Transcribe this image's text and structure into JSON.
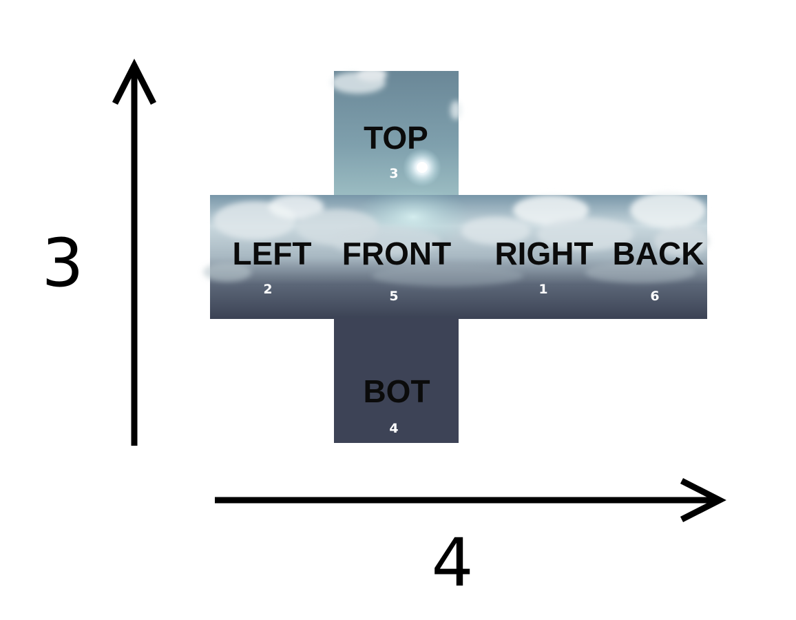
{
  "faces": {
    "top": {
      "label": "TOP",
      "number": "3"
    },
    "left": {
      "label": "LEFT",
      "number": "2"
    },
    "front": {
      "label": "FRONT",
      "number": "5"
    },
    "right": {
      "label": "RIGHT",
      "number": "1"
    },
    "back": {
      "label": "BACK",
      "number": "6"
    },
    "bot": {
      "label": "BOT",
      "number": "4"
    }
  },
  "axes": {
    "vertical": {
      "label": "3"
    },
    "horizontal": {
      "label": "4"
    }
  },
  "colors": {
    "sky_top": "#6d8da0",
    "sky_mid": "#8fb1bd",
    "cloud": "#e8eef2",
    "dark_band": "#3b4254",
    "bottom": "#3d4356",
    "axis": "#000000"
  }
}
